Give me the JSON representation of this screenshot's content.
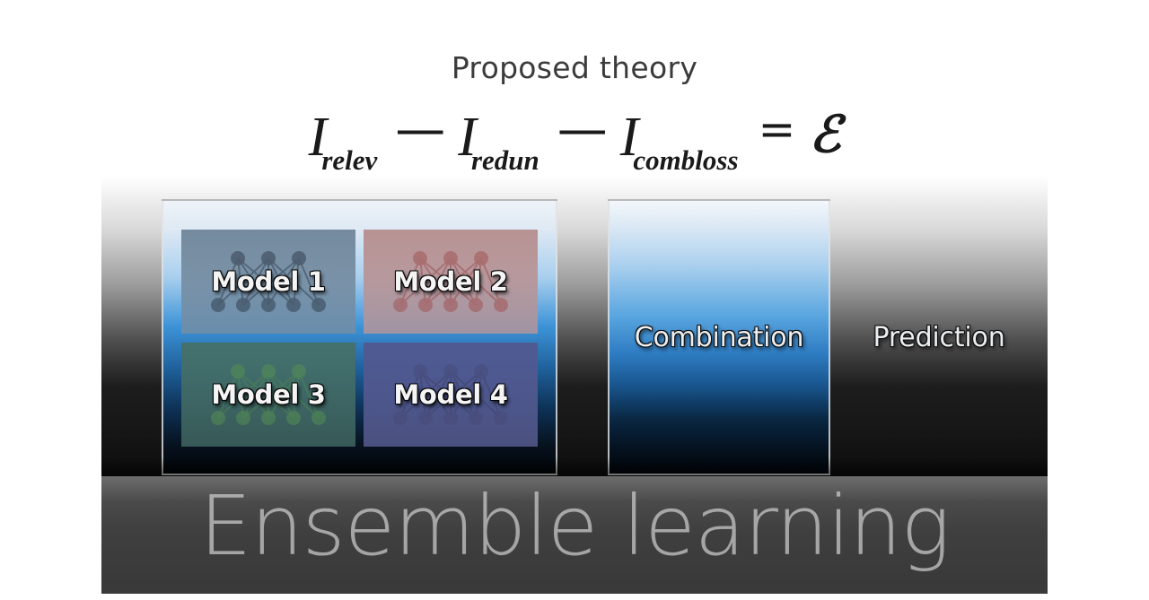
{
  "title": "Proposed theory",
  "formula": {
    "terms": [
      {
        "symbol": "I",
        "subscript": "relev"
      },
      {
        "symbol": "I",
        "subscript": "redun"
      },
      {
        "symbol": "I",
        "subscript": "combloss"
      }
    ],
    "minus1": "—",
    "minus2": "—",
    "equals": "=",
    "result": "ℰ",
    "plain": "I_relev — I_redun — I_combloss = ℰ"
  },
  "illustration": {
    "models_panel": {
      "models": [
        {
          "label": "Model 1",
          "tint": "#6c8296"
        },
        {
          "label": "Model 2",
          "tint": "#b08585"
        },
        {
          "label": "Model 3",
          "tint": "#4f7a6a"
        },
        {
          "label": "Model 4",
          "tint": "#55588e"
        }
      ]
    },
    "combination_label": "Combination",
    "prediction_label": "Prediction",
    "caption": "Ensemble learning"
  },
  "colors": {
    "page_background": "#ffffff",
    "title_text": "#3b3b3b",
    "formula_text": "#1a1a1a",
    "subscript_underline": "#f2d8d8",
    "panel_border": "#e1e1e1",
    "panel_blue": "#3d93d8",
    "caption_band": "#3f3f3f",
    "caption_text": "#cdcdcd",
    "model1": "#6c8296",
    "model2": "#b08585",
    "model3": "#4f7a6a",
    "model4": "#55588e"
  },
  "network_icon": {
    "name": "neural-network-icon",
    "top_nodes": 3,
    "bottom_nodes": 5
  }
}
